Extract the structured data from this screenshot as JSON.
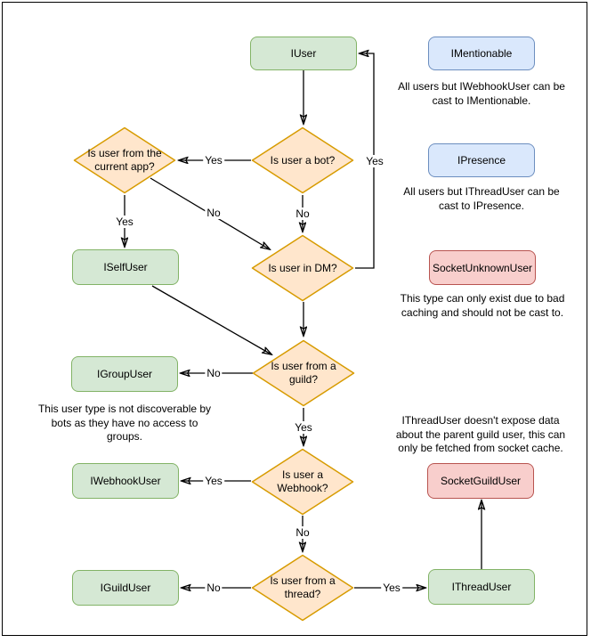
{
  "nodes": {
    "iuser": {
      "label": "IUser"
    },
    "imentionable": {
      "label": "IMentionable"
    },
    "ipresence": {
      "label": "IPresence"
    },
    "socketunknownuser": {
      "label": "SocketUnknownUser"
    },
    "iselfuser": {
      "label": "ISelfUser"
    },
    "igroupuser": {
      "label": "IGroupUser"
    },
    "iwebhookuser": {
      "label": "IWebhookUser"
    },
    "socketguilduser": {
      "label": "SocketGuildUser"
    },
    "iguilduser": {
      "label": "IGuildUser"
    },
    "ithreaduser": {
      "label": "IThreadUser"
    }
  },
  "decisions": {
    "is_bot": {
      "label": "Is user a bot?"
    },
    "from_current_app": {
      "label": "Is user from the\ncurrent app?"
    },
    "in_dm": {
      "label": "Is user in DM?"
    },
    "from_guild": {
      "label": "Is user from a\nguild?"
    },
    "is_webhook": {
      "label": "Is user a\nWebhook?"
    },
    "from_thread": {
      "label": "Is user from a\nthread?"
    }
  },
  "notes": {
    "mentionable": "All users but IWebhookUser can be\ncast to IMentionable.",
    "presence": "All users but IThreadUser can be\ncast to IPresence.",
    "unknown_user": "This type can only exist due to bad\ncaching and should not be cast to.",
    "group_user": "This user type is not discoverable by\nbots as they have no access to\ngroups.",
    "thread_user": "IThreadUser doesn't expose data\nabout the parent guild user, this can\nonly be fetched from socket cache."
  },
  "edge_labels": {
    "bot_yes": "Yes",
    "bot_no": "No",
    "app_yes": "Yes",
    "app_no": "No",
    "dm_yes": "Yes",
    "guild_no": "No",
    "guild_yes": "Yes",
    "webhook_yes": "Yes",
    "webhook_no": "No",
    "thread_no": "No",
    "thread_yes": "Yes"
  },
  "colors": {
    "interface_fill": "#d5e8d4",
    "interface_stroke": "#82b366",
    "castable_fill": "#dae8fc",
    "castable_stroke": "#6c8ebf",
    "socket_fill": "#f8cecc",
    "socket_stroke": "#b85450",
    "decision_fill": "#ffe6cc",
    "decision_stroke": "#d79b00",
    "line": "#000000"
  }
}
